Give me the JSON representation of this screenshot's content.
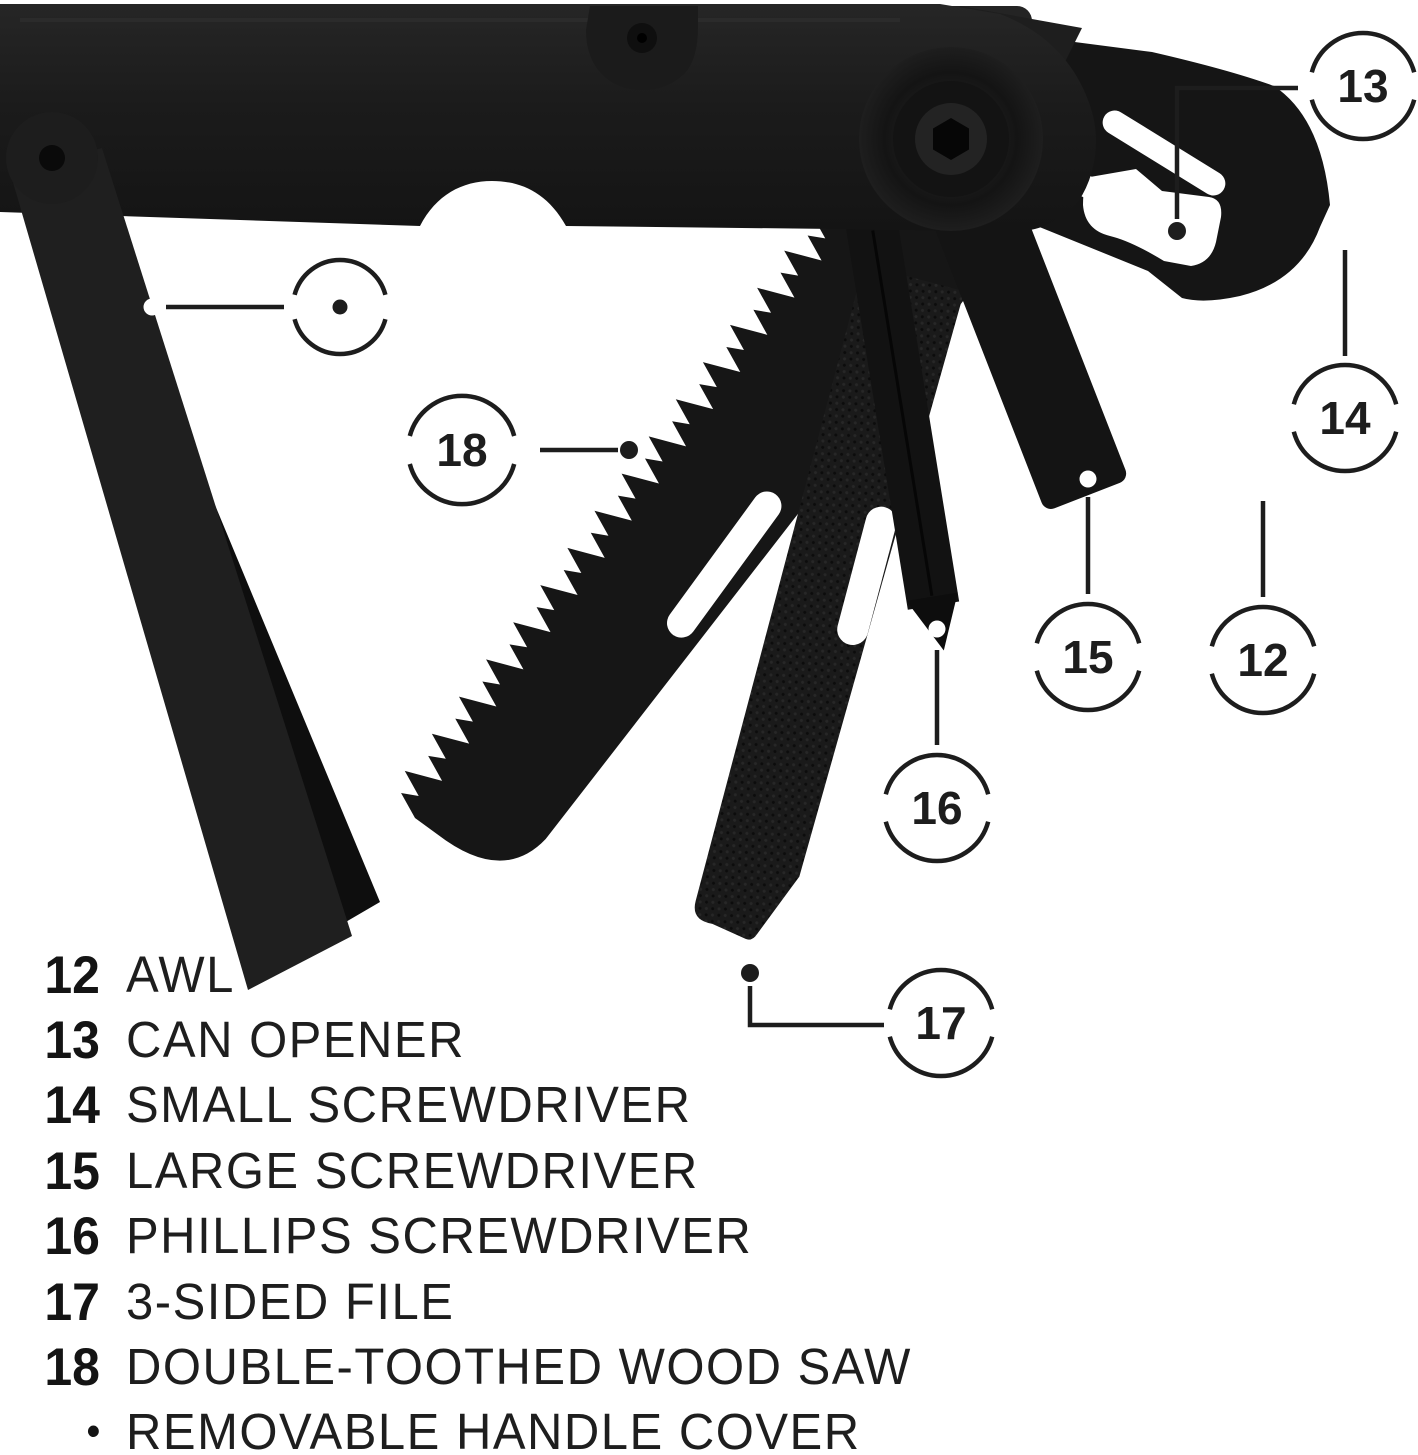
{
  "legend": {
    "items": [
      {
        "number": "12",
        "label": "AWL"
      },
      {
        "number": "13",
        "label": "CAN OPENER"
      },
      {
        "number": "14",
        "label": "SMALL SCREWDRIVER"
      },
      {
        "number": "15",
        "label": "LARGE SCREWDRIVER"
      },
      {
        "number": "16",
        "label": "PHILLIPS SCREWDRIVER"
      },
      {
        "number": "17",
        "label": "3-SIDED FILE"
      },
      {
        "number": "18",
        "label": "DOUBLE-TOOTHED WOOD SAW"
      },
      {
        "number": "•",
        "label": "REMOVABLE HANDLE COVER"
      }
    ]
  },
  "callouts": {
    "c12": {
      "number": "12"
    },
    "c13": {
      "number": "13"
    },
    "c14": {
      "number": "14"
    },
    "c15": {
      "number": "15"
    },
    "c16": {
      "number": "16"
    },
    "c17": {
      "number": "17"
    },
    "c18": {
      "number": "18"
    },
    "cdot": {
      "symbol": "•"
    }
  },
  "colors": {
    "ink": "#1d1d1d",
    "tool_black": "#171717",
    "background": "#ffffff"
  }
}
